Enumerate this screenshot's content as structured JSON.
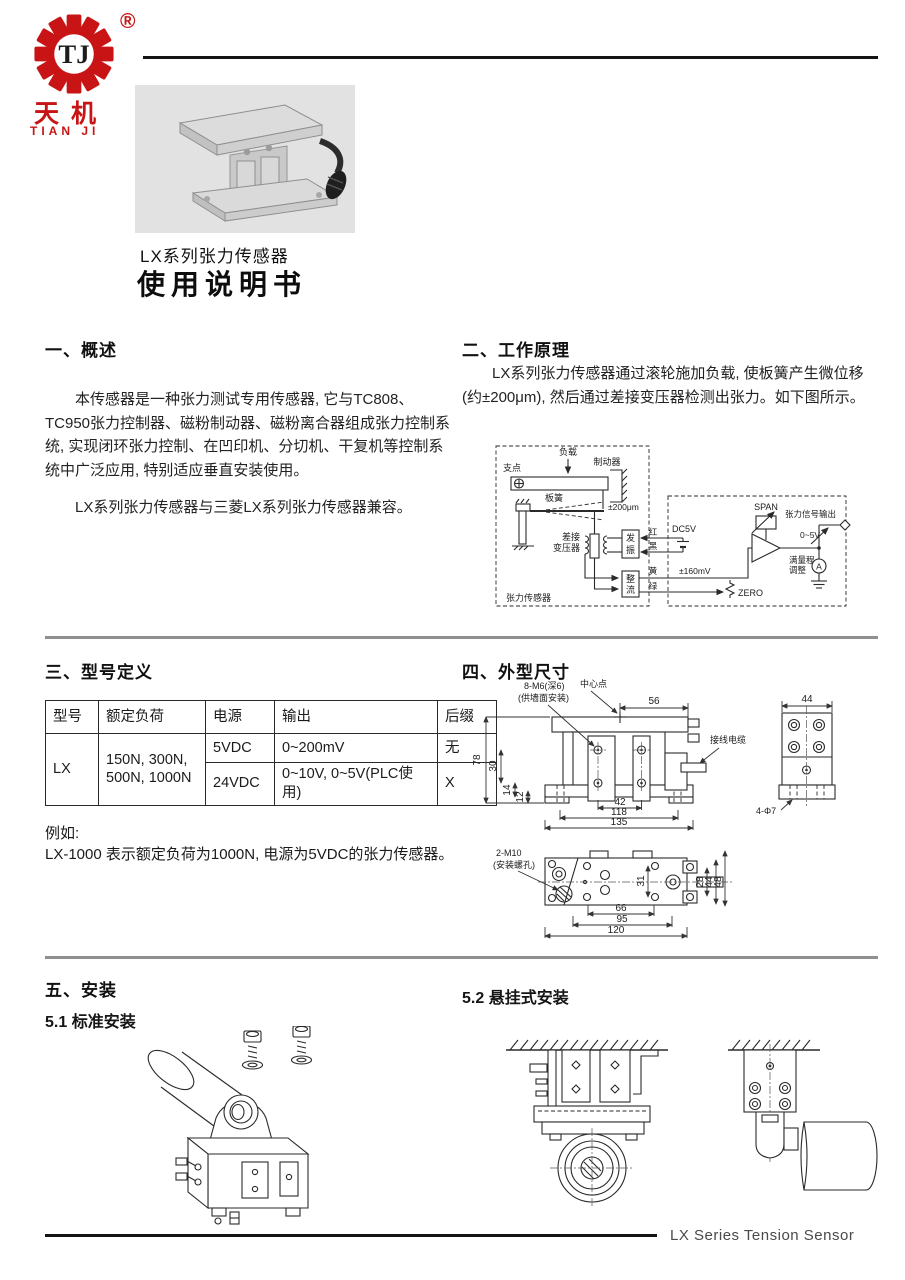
{
  "brand": {
    "initials": "TJ",
    "registered": "®",
    "cn": "天机",
    "en": "TIAN JI",
    "red": "#c81414"
  },
  "header": {
    "product_line": "LX系列张力传感器",
    "doc_title": "使用说明书"
  },
  "overview": {
    "heading": "一、概述",
    "p1": "本传感器是一种张力测试专用传感器, 它与TC808、TC950张力控制器、磁粉制动器、磁粉离合器组成张力控制系统, 实现闭环张力控制、在凹印机、分切机、干复机等控制系统中广泛应用, 特别适应垂直安装使用。",
    "p2": "LX系列张力传感器与三菱LX系列张力传感器兼容。"
  },
  "principle": {
    "heading": "二、工作原理",
    "intro": "LX系列张力传感器通过滚轮施加负载, 使板簧产生微位移(约±200μm), 然后通过差接变压器检测出张力。如下图所示。",
    "diagram": {
      "load": "负载",
      "brake": "制动器",
      "fulcrum": "支点",
      "leaf_spring": "板簧",
      "displacement": "±200μm",
      "transformer_l1": "差接",
      "transformer_l2": "变压器",
      "osc_l1": "发",
      "osc_l2": "振",
      "rectifier_l1": "整",
      "rectifier_l2": "流",
      "wire_red": "红",
      "wire_black": "黑",
      "wire_yellow": "黄",
      "wire_green": "绿",
      "dc5v": "DC5V",
      "mv": "±160mV",
      "span": "SPAN",
      "signal_out": "张力信号输出",
      "range": "0~5V",
      "fullscale_l1": "满量程",
      "fullscale_l2": "调整",
      "zero": "ZERO",
      "meter": "A",
      "sensor_label": "张力传感器"
    }
  },
  "model": {
    "heading": "三、型号定义",
    "table": {
      "headers": [
        "型号",
        "额定负荷",
        "电源",
        "输出",
        "后缀"
      ],
      "model": "LX",
      "load": "150N, 300N, 500N, 1000N",
      "variants": [
        {
          "power": "5VDC",
          "output": "0~200mV",
          "suffix": "无"
        },
        {
          "power": "24VDC",
          "output": "0~10V, 0~5V(PLC使用)",
          "suffix": "X"
        }
      ]
    },
    "example_label": "例如:",
    "example": "LX-1000  表示额定负荷为1000N, 电源为5VDC的张力传感器。"
  },
  "dimensions": {
    "heading": "四、外型尺寸",
    "front": {
      "m6_l1": "8-M6(深6)",
      "m6_l2": "(供墙面安装)",
      "center_point": "中心点",
      "cable": "接线电缆",
      "d56": "56",
      "d78": "78",
      "d30": "30",
      "d14": "14",
      "d12": "12",
      "d42": "42",
      "d118": "118",
      "d135": "135"
    },
    "side": {
      "d44": "44",
      "holes": "4-Φ7"
    },
    "bottom": {
      "m10_l1": "2-M10",
      "m10_l2": "(安装螺孔)",
      "d31": "31",
      "d28": "28",
      "d44": "44",
      "d48": "48",
      "d66": "66",
      "d95": "95",
      "d120": "120"
    }
  },
  "install": {
    "heading": "五、安装",
    "sub_standard": "5.1 标准安装",
    "sub_hanging": "5.2 悬挂式安装"
  },
  "footer": {
    "label": "LX Series Tension Sensor"
  }
}
